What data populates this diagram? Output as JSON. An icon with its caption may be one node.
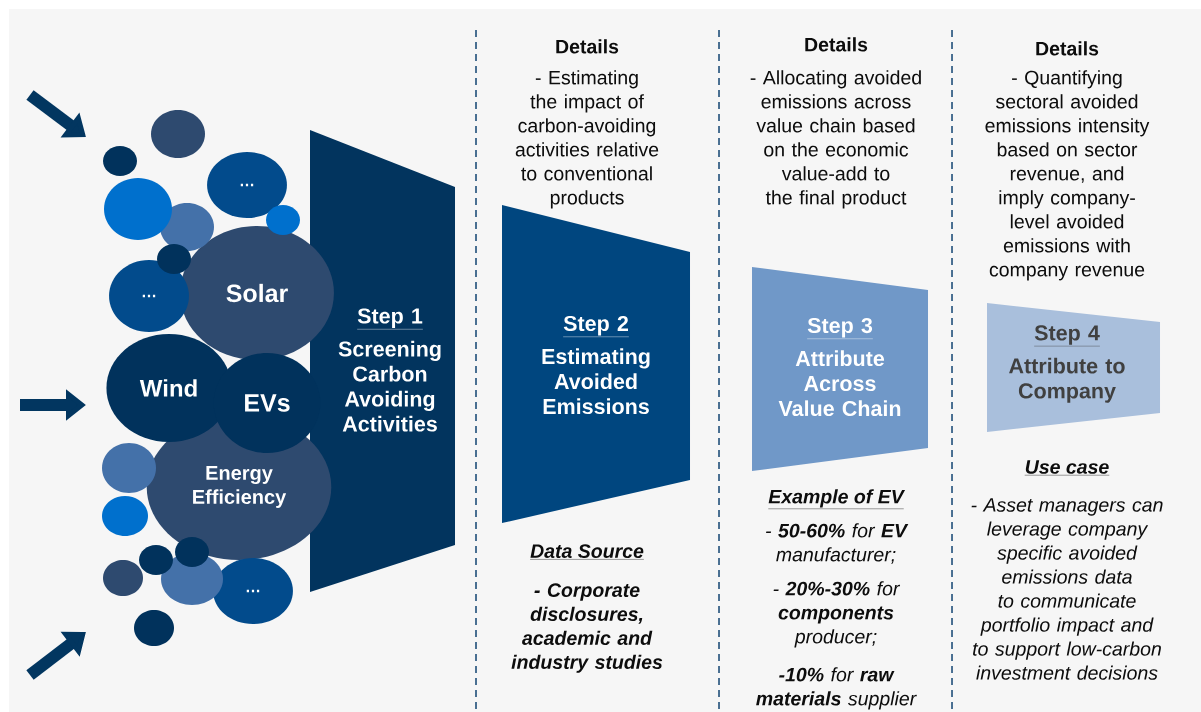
{
  "diagram": {
    "nodes": [
      {
        "text": [],
        "shape": "circle"
      },
      {
        "text": [],
        "shape": "circle"
      },
      {
        "text": [
          "…"
        ]
      },
      {
        "text": [],
        "shape": "circle"
      },
      {
        "text": [],
        "shape": "circle"
      },
      {
        "text": [],
        "shape": "circle"
      },
      {
        "text": [],
        "shape": "circle"
      },
      {
        "text": [
          "Solar"
        ]
      },
      {
        "text": [
          "…"
        ]
      },
      {
        "text": [
          "Wind"
        ]
      },
      {
        "text": [
          "EVs"
        ]
      },
      {
        "text": [],
        "shape": "circle"
      },
      {
        "text": [
          "Energy Efficiency"
        ]
      },
      {
        "text": [],
        "shape": "circle"
      },
      {
        "text": [],
        "shape": "circle"
      },
      {
        "text": [],
        "shape": "circle"
      },
      {
        "text": [],
        "shape": "circle"
      },
      {
        "text": [],
        "shape": "circle"
      },
      {
        "text": [
          "…"
        ]
      },
      {
        "text": [],
        "shape": "circle"
      },
      {
        "text": [
          "Step 1",
          "Screening Carbon Avoiding Activities"
        ]
      },
      {
        "text": [
          "Step 2",
          "Estimating Avoided Emissions"
        ]
      },
      {
        "text": [
          "Step 3",
          "Attribute Across Value Chain"
        ]
      },
      {
        "text": [
          "Step 4",
          "Attribute to Company"
        ]
      }
    ],
    "labels": [
      "Details",
      "- Estimating the impact of carbon-avoiding activities relative to conventional products",
      "Data Source",
      "- Corporate disclosures, academic and industry studies",
      "Details",
      "- Allocating avoided emissions across value chain based on the economic value-add to the final product",
      "Example of EV",
      "- **50-60%** for **EV** manufacturer;",
      "- **20%-30%** for **components** producer;",
      "**-10%** for **raw materials** supplier",
      "Details",
      "- Quantifying sectoral avoided emissions intensity based on sector revenue, and imply company-level avoided emissions with company revenue",
      "Use case",
      "- Asset managers can leverage company specific avoided emissions data to communicate portfolio impact and to support low-carbon investment decisions"
    ]
  }
}
